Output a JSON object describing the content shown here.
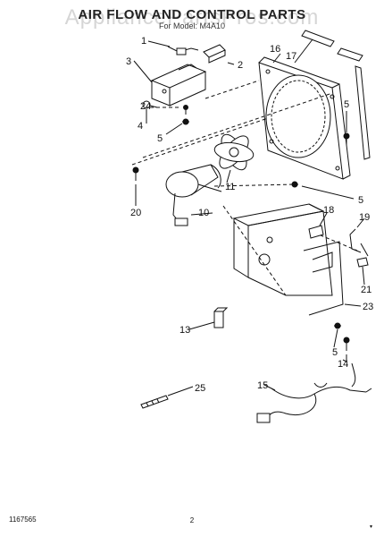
{
  "header": {
    "watermark": "AppliancePartsPros.com",
    "title": "AIR FLOW AND CONTROL PARTS",
    "subtitle": "For Model: M4A10"
  },
  "callouts": {
    "c1": "1",
    "c2": "2",
    "c3": "3",
    "c24": "24",
    "c4": "4",
    "c5a": "5",
    "c16": "16",
    "c17": "17",
    "c5b": "5",
    "c11": "11",
    "c5c": "5",
    "c20": "20",
    "c10": "10",
    "c18": "18",
    "c19": "19",
    "c21": "21",
    "c13": "13",
    "c23": "23",
    "c5d": "5",
    "c14": "14",
    "c15": "15",
    "c25": "25"
  },
  "footer": {
    "doc_number": "1167565",
    "page": "2",
    "mark": "▾"
  }
}
